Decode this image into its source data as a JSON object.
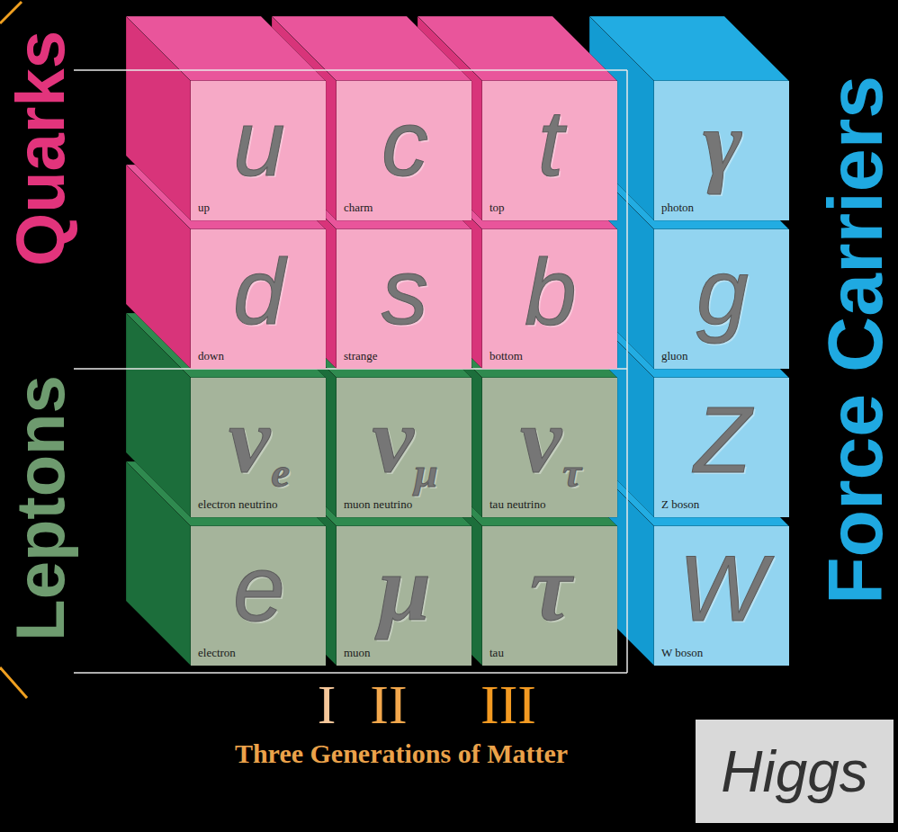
{
  "diagram": {
    "nodes": [
      {
        "text": [
          "u",
          "up"
        ]
      },
      {
        "text": [
          "c",
          "charm"
        ]
      },
      {
        "text": [
          "t",
          "top"
        ]
      },
      {
        "text": [
          "γ",
          "photon"
        ]
      },
      {
        "text": [
          "d",
          "down"
        ]
      },
      {
        "text": [
          "s",
          "strange"
        ]
      },
      {
        "text": [
          "b",
          "bottom"
        ]
      },
      {
        "text": [
          "g",
          "gluon"
        ]
      },
      {
        "text": [
          "νe",
          "electron neutrino"
        ]
      },
      {
        "text": [
          "νμ",
          "muon neutrino"
        ]
      },
      {
        "text": [
          "ντ",
          "tau neutrino"
        ]
      },
      {
        "text": [
          "Z",
          "Z boson"
        ]
      },
      {
        "text": [
          "e",
          "electron"
        ]
      },
      {
        "text": [
          "μ",
          "muon"
        ]
      },
      {
        "text": [
          "τ",
          "tau"
        ]
      },
      {
        "text": [
          "W",
          "W boson"
        ]
      },
      {
        "text": [
          "Higgs"
        ]
      }
    ],
    "labels": [
      "Quarks",
      "Leptons",
      "Force Carriers",
      "I",
      "II",
      "III",
      "Three Generations of Matter"
    ]
  }
}
